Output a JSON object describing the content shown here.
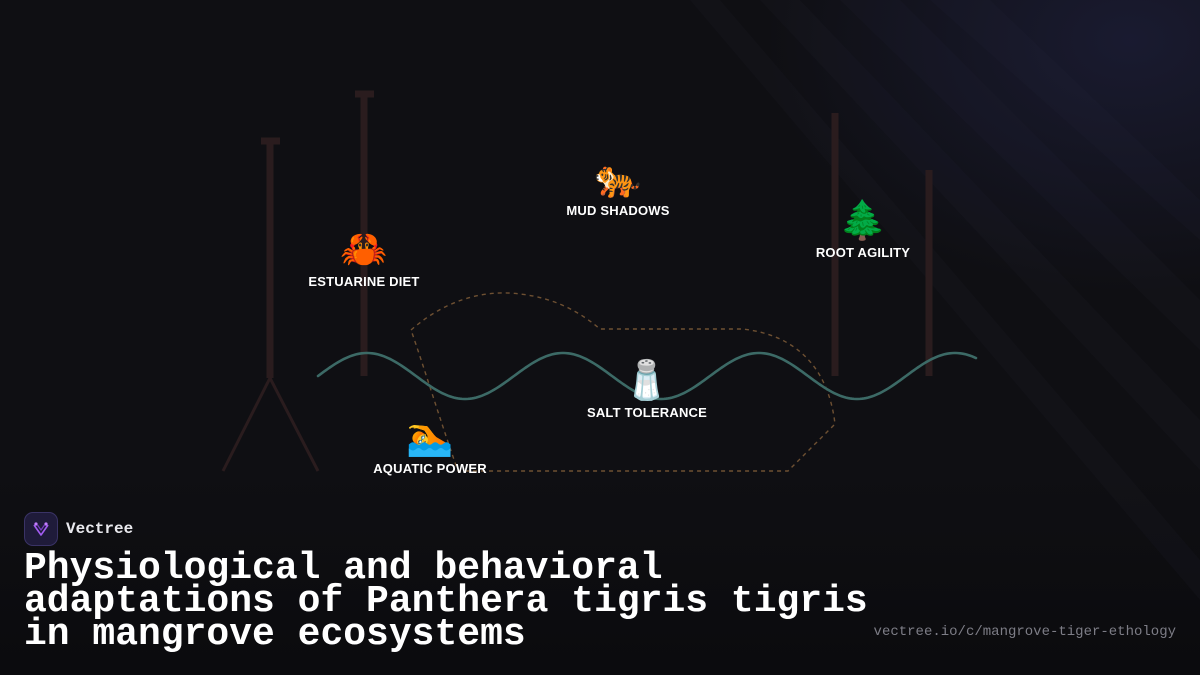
{
  "brand": {
    "name": "Vectree",
    "accent": "#a35cf2",
    "logo_icon": "vectree-logo"
  },
  "title": "Physiological and behavioral adaptations of Panthera tigris tigris in mangrove ecosystems",
  "url": "vectree.io/c/mangrove-tiger-ethology",
  "colors": {
    "background": "#0f0f13",
    "wave": "#3c6a66",
    "dashed_outline": "#6e5032",
    "mangrove_roots": "#2a1c1e"
  },
  "nodes": [
    {
      "id": "mud-shadows",
      "label": "MUD SHADOWS",
      "icon": "tiger-icon",
      "glyph": "🐅"
    },
    {
      "id": "root-agility",
      "label": "ROOT AGILITY",
      "icon": "evergreen-tree-icon",
      "glyph": "🌲"
    },
    {
      "id": "estuarine-diet",
      "label": "ESTUARINE DIET",
      "icon": "crab-icon",
      "glyph": "🦀"
    },
    {
      "id": "salt-tolerance",
      "label": "SALT TOLERANCE",
      "icon": "salt-shaker-icon",
      "glyph": "🧂"
    },
    {
      "id": "aquatic-power",
      "label": "AQUATIC POWER",
      "icon": "swimmer-icon",
      "glyph": "🏊"
    }
  ]
}
